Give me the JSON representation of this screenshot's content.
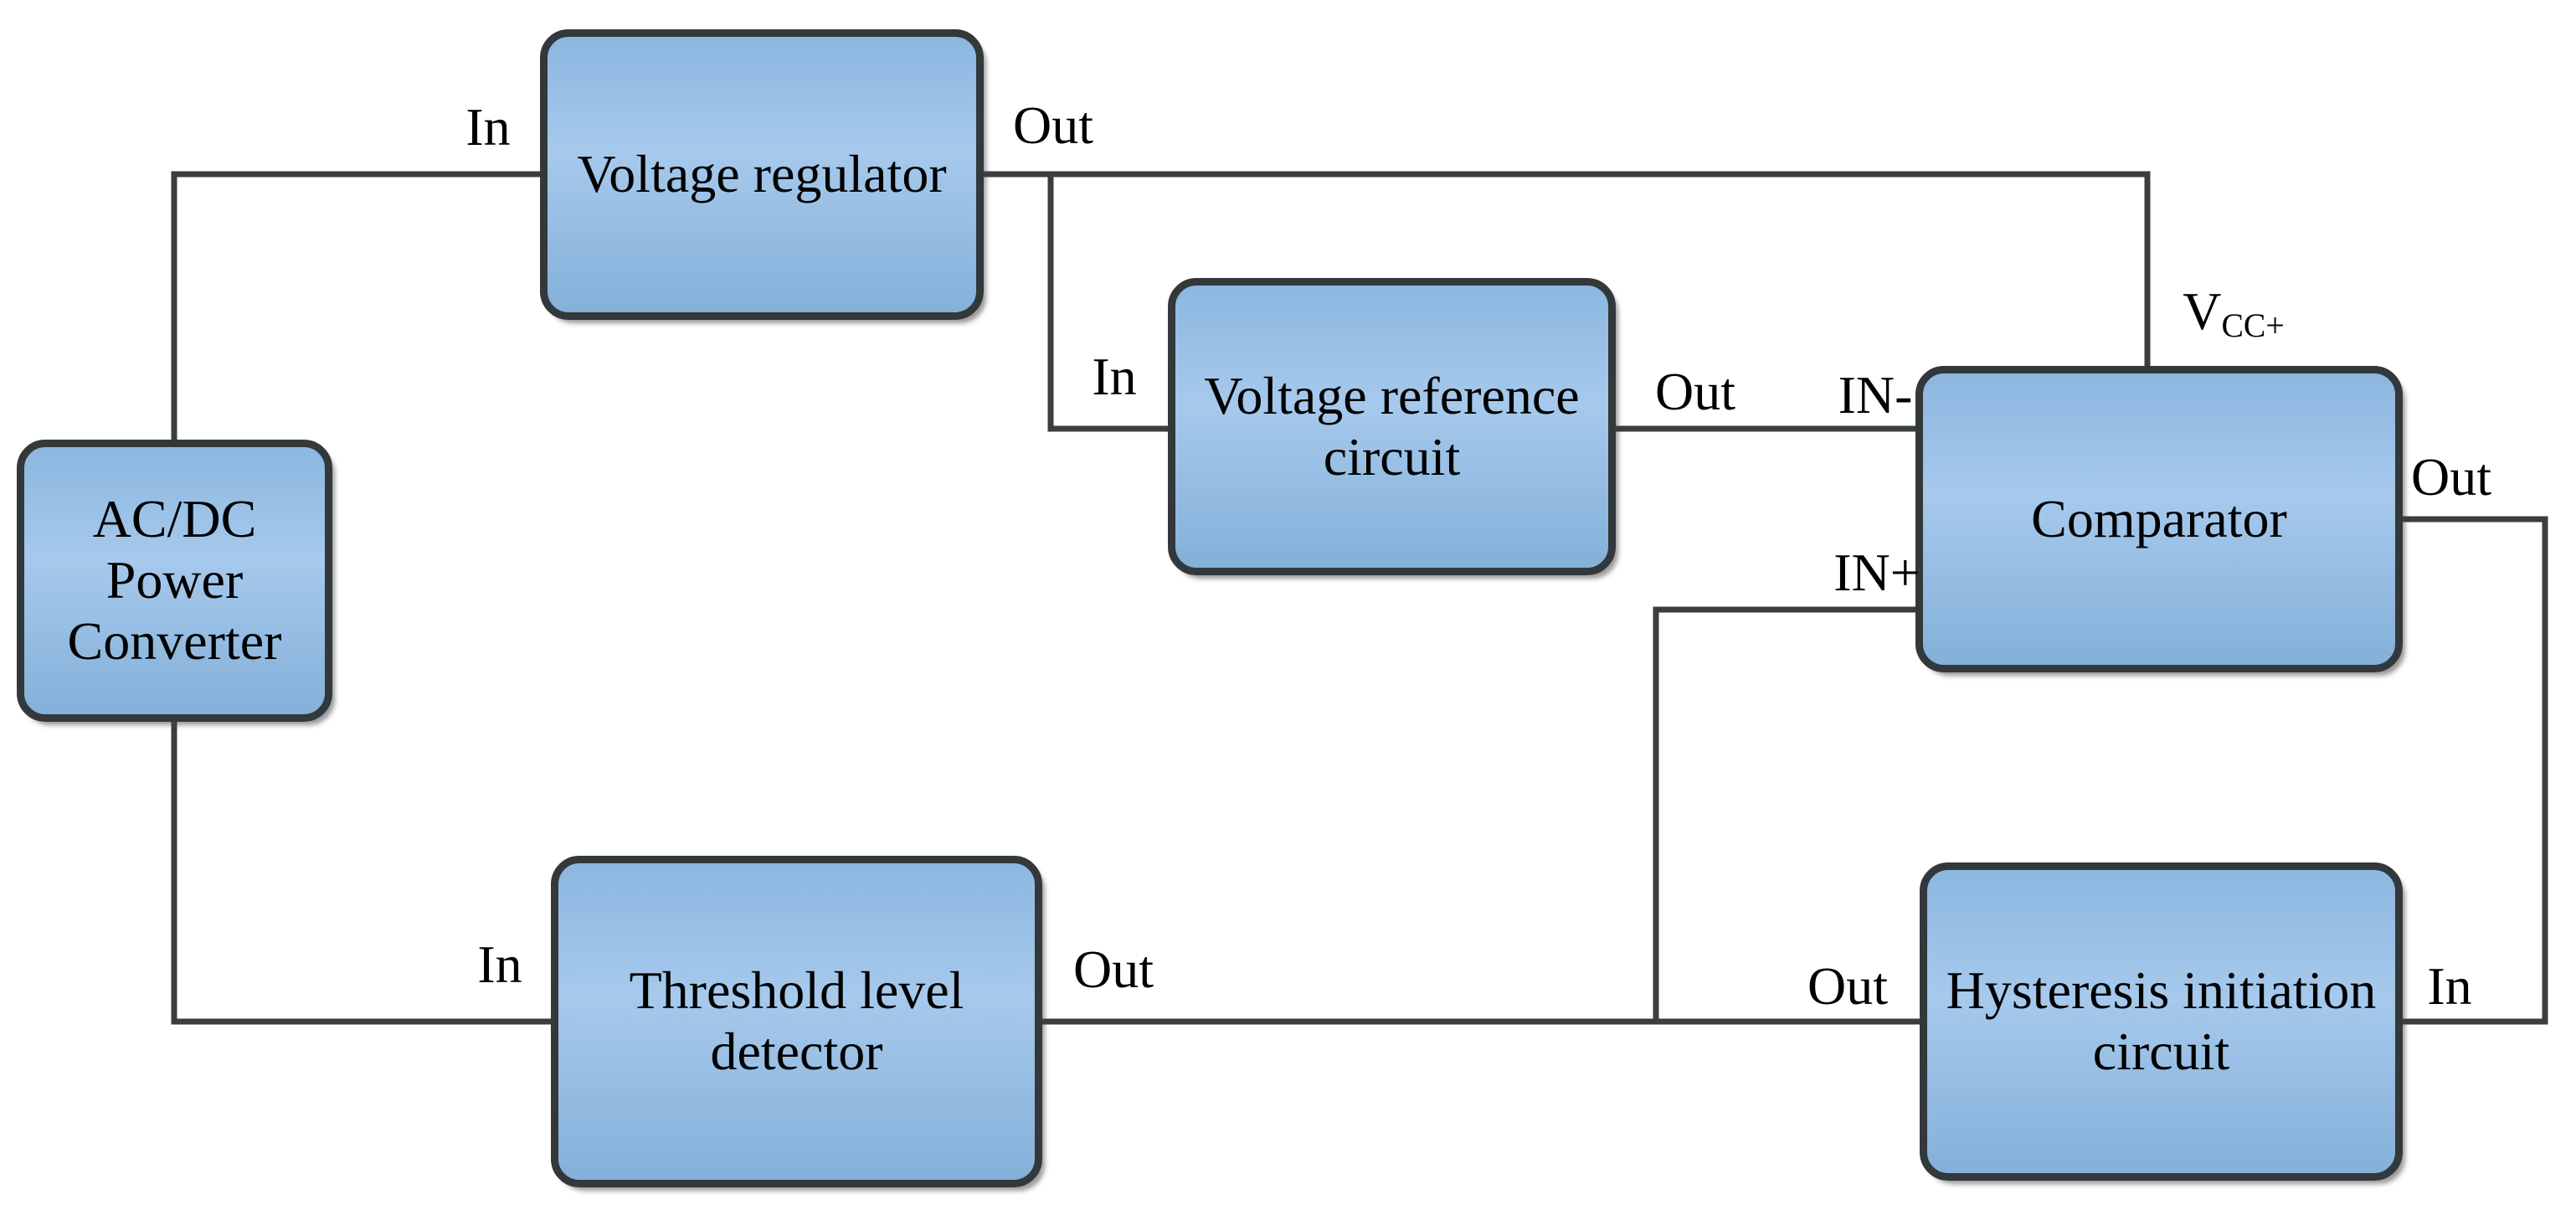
{
  "blocks": [
    {
      "id": "acdc",
      "label": "AC/DC Power\nConverter"
    },
    {
      "id": "vreg",
      "label": "Voltage regulator"
    },
    {
      "id": "vref",
      "label": "Voltage reference\ncircuit"
    },
    {
      "id": "comp",
      "label": "Comparator"
    },
    {
      "id": "thr",
      "label": "Threshold level\ndetector"
    },
    {
      "id": "hys",
      "label": "Hysteresis initiation\ncircuit"
    }
  ],
  "ports": {
    "vreg_in": "In",
    "vreg_out": "Out",
    "vref_in": "In",
    "vref_out": "Out",
    "comp_in_minus": "IN-",
    "comp_in_plus": "IN+",
    "comp_vcc_main": "V",
    "comp_vcc_sub": "CC+",
    "comp_out": "Out",
    "thr_in": "In",
    "thr_out": "Out",
    "hys_out": "Out",
    "hys_in": "In"
  },
  "colors": {
    "fill_top": "#8cb7e0",
    "fill_mid": "#a6c9ec",
    "fill_bottom": "#84b0d9",
    "border": "#33383b",
    "wire": "#3a3e41",
    "text": "#000000",
    "background": "#ffffff"
  }
}
